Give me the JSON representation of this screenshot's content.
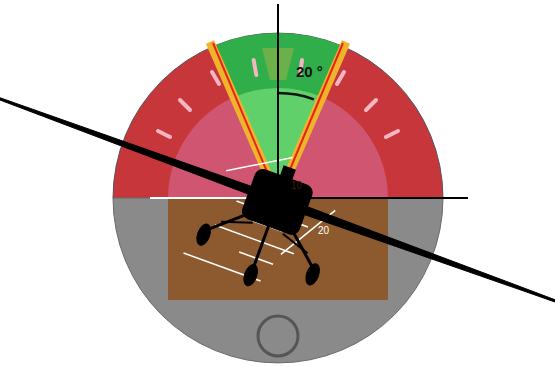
{
  "diagram": {
    "labels": [
      "20 °",
      "10",
      "20"
    ]
  }
}
